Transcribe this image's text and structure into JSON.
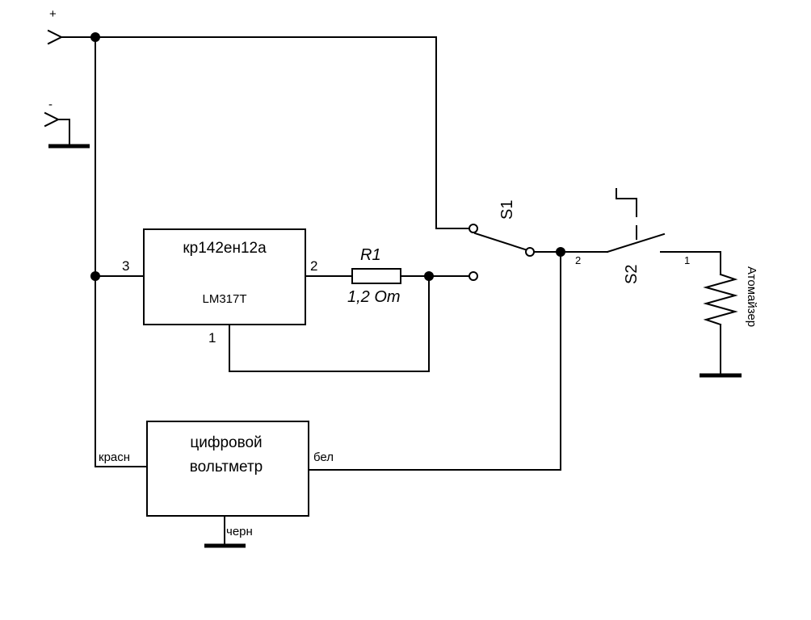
{
  "input": {
    "plus_label": "+",
    "minus_label": "-"
  },
  "regulator": {
    "name": "кр142ен12а",
    "part": "LM317T",
    "pin_in": "3",
    "pin_out": "2",
    "pin_adj": "1"
  },
  "resistor": {
    "ref": "R1",
    "value": "1,2 Om"
  },
  "switch1": {
    "ref": "S1"
  },
  "switch2": {
    "ref": "S2",
    "pin_left": "2",
    "pin_right": "1"
  },
  "load": {
    "label": "Атомайзер"
  },
  "voltmeter": {
    "line1": "цифровой",
    "line2": "вольтметр",
    "red": "красн",
    "white": "бел",
    "black": "черн"
  }
}
